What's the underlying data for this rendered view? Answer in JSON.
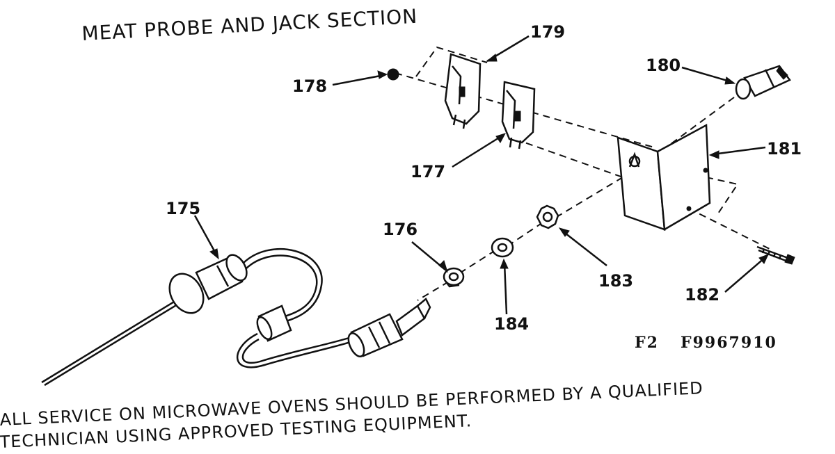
{
  "title": "MEAT PROBE AND JACK SECTION",
  "figure_code": {
    "prefix": "F2",
    "number": "F9967910"
  },
  "parts": {
    "p175": "175",
    "p176": "176",
    "p177": "177",
    "p178": "178",
    "p179": "179",
    "p180": "180",
    "p181": "181",
    "p182": "182",
    "p183": "183",
    "p184": "184"
  },
  "notice": {
    "line1": "ALL SERVICE ON MICROWAVE OVENS SHOULD BE PERFORMED BY A QUALIFIED",
    "line2": "TECHNICIAN USING APPROVED TESTING EQUIPMENT."
  }
}
